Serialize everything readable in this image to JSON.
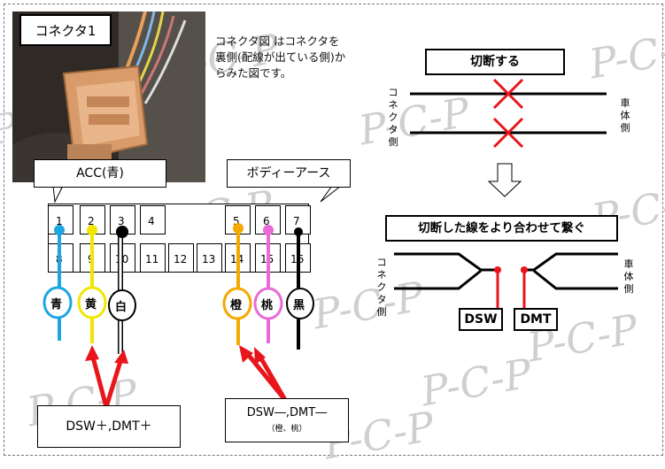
{
  "photo_label": "コネクタ1",
  "note": "コネクタ図 はコネクタを裏側(配線が出ている側)からみた図です。",
  "callouts": {
    "acc": "ACC(青)",
    "body_earth": "ボディーアース"
  },
  "pins_top": [
    "1",
    "2",
    "3",
    "4",
    "5",
    "6",
    "7"
  ],
  "pins_bottom": [
    "8",
    "9",
    "10",
    "11",
    "12",
    "13",
    "14",
    "15",
    "16"
  ],
  "wires": [
    "青",
    "黄",
    "白",
    "橙",
    "桃",
    "黒"
  ],
  "bottom_boxes": {
    "left": "DSW＋,DMT＋",
    "right_main": "DSW―,DMT―",
    "right_sub": "（橙、桃）"
  },
  "right": {
    "cut_title": "切断する",
    "splice_title": "切断した線をより合わせて繋ぐ",
    "connector_side": "コネクタ側",
    "body_side": "車体側",
    "dsw": "DSW",
    "dmt": "DMT"
  },
  "watermark": "P-C-P",
  "colors": {
    "blue": "#1ea6e0",
    "yellow": "#f2e600",
    "white": "#ffffff",
    "orange": "#f5a800",
    "pink": "#e86bd8",
    "black": "#000000",
    "red": "#e8151b"
  }
}
